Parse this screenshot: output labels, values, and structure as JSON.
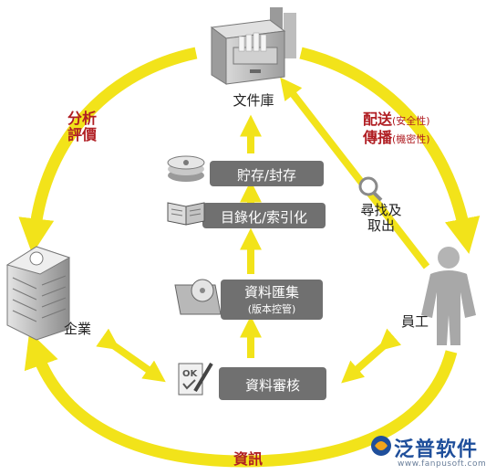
{
  "nodes": {
    "archive": "文件庫",
    "enterprise": "企業",
    "employee": "員工"
  },
  "steps": {
    "store": "貯存/封存",
    "catalog": "目錄化/索引化",
    "collect": "資料匯集",
    "collect_sub": "(版本控管)",
    "review": "資料審核"
  },
  "flows": {
    "analysis_line1": "分析",
    "analysis_line2": "評價",
    "deliver": "配送",
    "deliver_note": "(安全性)",
    "spread": "傳播",
    "spread_note": "(機密性)",
    "search_line1": "尋找及",
    "search_line2": "取出",
    "info": "資訊"
  },
  "brand": {
    "name": "泛普软件",
    "url": "www.fanpusoft.com"
  },
  "colors": {
    "ring": "#f2e31a",
    "box": "#707070",
    "accent_red": "#b01e23",
    "brand_blue": "#1f4f9b"
  }
}
